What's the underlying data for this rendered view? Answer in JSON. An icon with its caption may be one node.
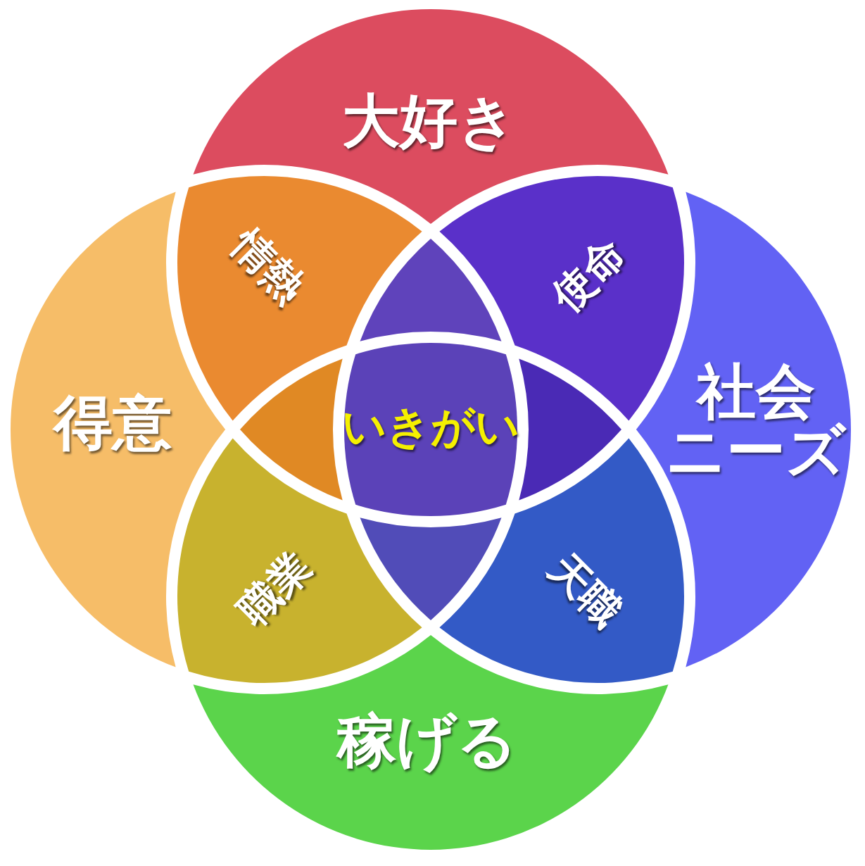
{
  "diagram": {
    "nodes": [
      {
        "text": [
          "大好き"
        ]
      },
      {
        "text": [
          "情熱"
        ]
      },
      {
        "text": [
          "使命"
        ]
      },
      {
        "text": [],
        "shape": "lens"
      },
      {
        "text": [
          "得意"
        ]
      },
      {
        "text": [],
        "shape": "lens"
      },
      {
        "text": [
          "いきがい"
        ]
      },
      {
        "text": [],
        "shape": "lens"
      },
      {
        "text": [
          "社会ニーズ"
        ]
      },
      {
        "text": [],
        "shape": "lens"
      },
      {
        "text": [
          "職業"
        ]
      },
      {
        "text": [
          "天職"
        ]
      },
      {
        "text": [
          "稼げる"
        ]
      }
    ]
  }
}
